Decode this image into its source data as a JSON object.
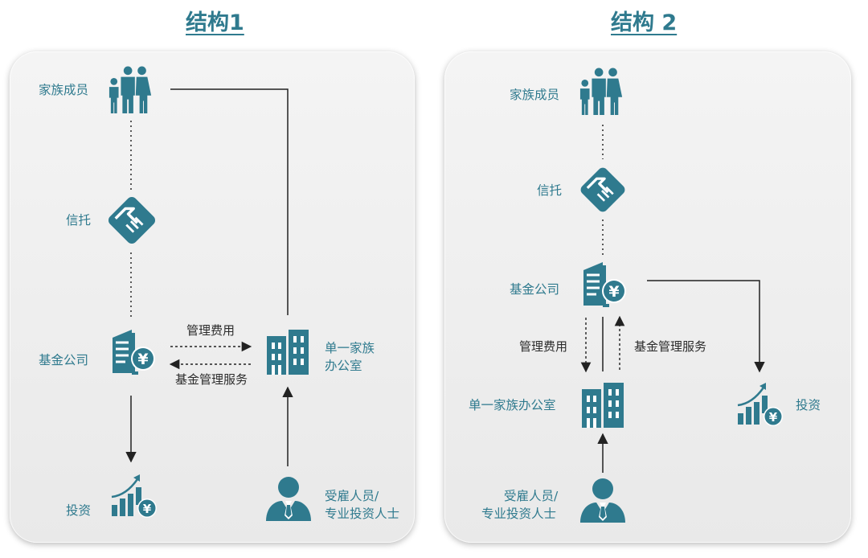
{
  "structure1": {
    "title": "结构1",
    "nodes": {
      "family": "家族成员",
      "trust": "信托",
      "fund": "基金公司",
      "invest": "投资",
      "office_line1": "单一家族",
      "office_line2": "办公室",
      "staff_line1": "受雇人员/",
      "staff_line2": "专业投资人士"
    },
    "edges": {
      "mgmt_fee": "管理费用",
      "fund_service": "基金管理服务"
    }
  },
  "structure2": {
    "title": "结构 2",
    "nodes": {
      "family": "家族成员",
      "trust": "信托",
      "fund": "基金公司",
      "office": "单一家族办公室",
      "invest": "投资",
      "staff_line1": "受雇人员/",
      "staff_line2": "专业投资人士"
    },
    "edges": {
      "mgmt_fee": "管理费用",
      "fund_service": "基金管理服务"
    }
  },
  "colors": {
    "accent": "#2f7a8e",
    "panel": "#ececec",
    "line": "#222222"
  }
}
